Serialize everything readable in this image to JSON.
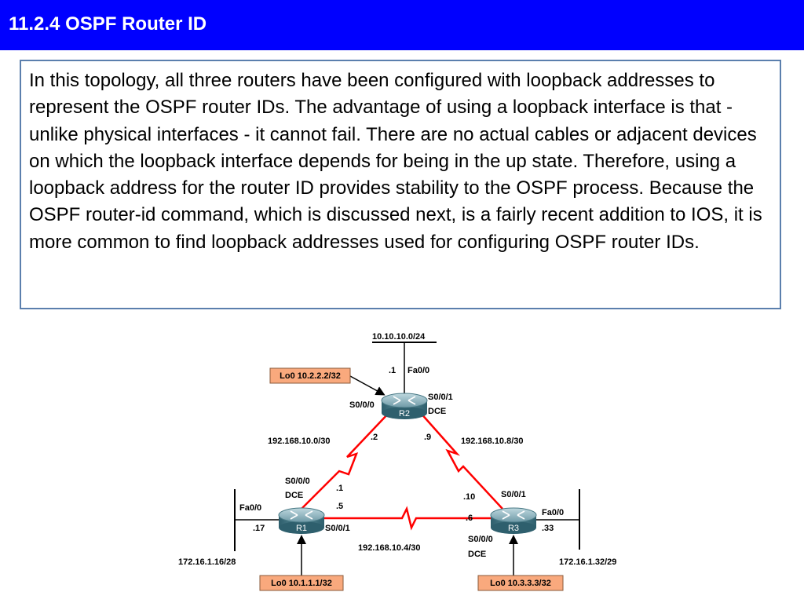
{
  "header": {
    "title": "11.2.4 OSPF Router ID"
  },
  "body_text": "In this topology, all three routers have been configured with loopback addresses to represent the OSPF router IDs. The advantage of using a loopback interface is that - unlike physical interfaces - it cannot fail. There are no actual cables or adjacent devices on which the loopback interface depends for being in the up state. Therefore, using a loopback address for the router ID provides stability to the OSPF process. Because the OSPF router-id command, which is discussed next, is a fairly recent addition to IOS, it is more common to find loopback addresses used for configuring OSPF router IDs.",
  "colors": {
    "title_bar": "#0000ff",
    "serial_link": "#ff0000",
    "loopback_box": "#f9a97d",
    "text_border": "#5b7fad"
  },
  "diagram": {
    "routers": {
      "r1": {
        "name": "R1",
        "icon": "router-icon"
      },
      "r2": {
        "name": "R2",
        "icon": "router-icon"
      },
      "r3": {
        "name": "R3",
        "icon": "router-icon"
      }
    },
    "loopbacks": {
      "r1": "Lo0 10.1.1.1/32",
      "r2": "Lo0 10.2.2.2/32",
      "r3": "Lo0 10.3.3.3/32"
    },
    "lans": {
      "r1": "172.16.1.16/28",
      "r2": "10.10.10.0/24",
      "r3": "172.16.1.32/29"
    },
    "serial_networks": {
      "r1_r2": "192.168.10.0/30",
      "r2_r3": "192.168.10.8/30",
      "r1_r3": "192.168.10.4/30"
    },
    "labels": {
      "r2_host": ".1",
      "r2_fa": "Fa0/0",
      "r2_s000": "S0/0/0",
      "r2_s001": "S0/0/1",
      "r2_dce": "DCE",
      "r2_left_ip": ".2",
      "r2_right_ip": ".9",
      "r1_s000": "S0/0/0",
      "r1_dce": "DCE",
      "r1_up_ip": ".1",
      "r1_right_ip": ".5",
      "r1_fa": "Fa0/0",
      "r1_host": ".17",
      "r1_s001": "S0/0/1",
      "r3_up_ip": ".10",
      "r3_s001": "S0/0/1",
      "r3_left_ip": ".6",
      "r3_fa": "Fa0/0",
      "r3_host": ".33",
      "r3_s000": "S0/0/0",
      "r3_dce": "DCE"
    }
  }
}
